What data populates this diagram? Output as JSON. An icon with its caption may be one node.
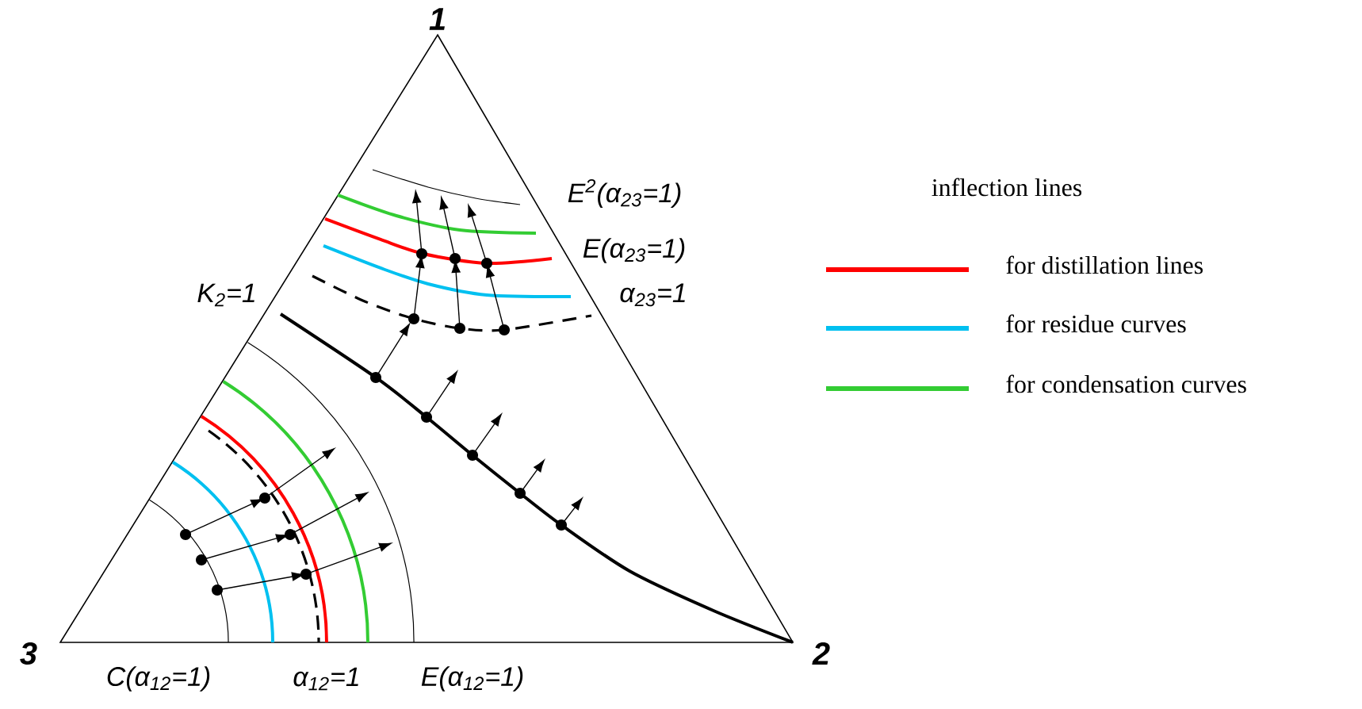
{
  "diagram": {
    "labels": [
      "1",
      "E$^{2}$(α$_{23}$=1)",
      "inflection lines",
      "E(α$_{23}$=1)",
      "K$_{2}$=1",
      "α$_{23}$=1",
      "3",
      "2",
      "C(α$_{12}$=1)",
      "α$_{12}$=1",
      "E(α$_{12}$=1)"
    ],
    "legend": [
      {
        "text": "for distillation lines",
        "color": "#ff0000"
      },
      {
        "text": "for residue curves",
        "color": "#00c0f0"
      },
      {
        "text": "for condensation curves",
        "color": "#33cc33"
      }
    ]
  }
}
